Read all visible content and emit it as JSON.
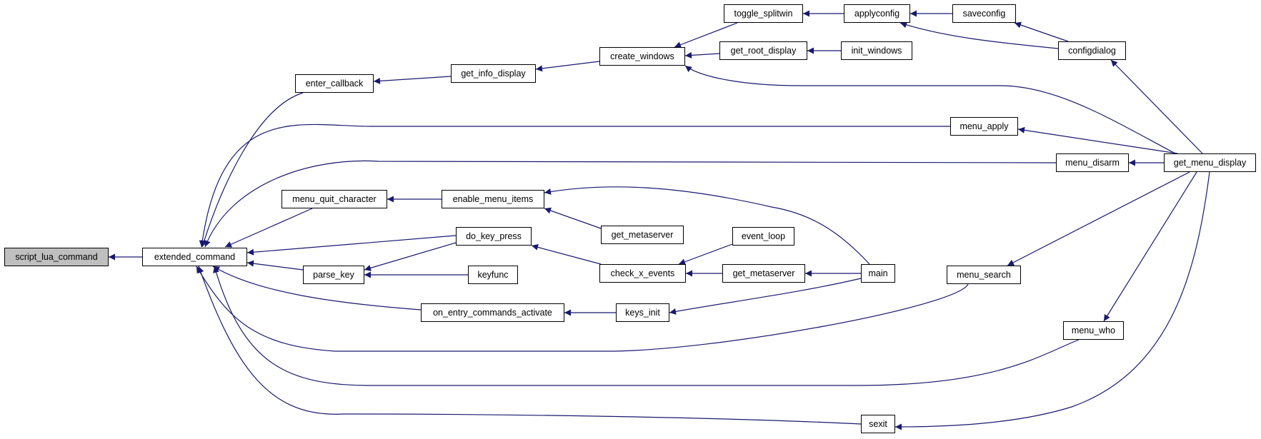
{
  "colors": {
    "edge": "#191970",
    "root_fill": "#bfbfbf",
    "node_fill": "#ffffff",
    "border": "#000000"
  },
  "nodes": {
    "script_lua_command": "script_lua_command",
    "extended_command": "extended_command",
    "enter_callback": "enter_callback",
    "menu_quit_character": "menu_quit_character",
    "parse_key": "parse_key",
    "get_info_display": "get_info_display",
    "enable_menu_items": "enable_menu_items",
    "do_key_press": "do_key_press",
    "keyfunc": "keyfunc",
    "on_entry_commands_activate": "on_entry_commands_activate",
    "get_metaserver_1": "get_metaserver",
    "create_windows": "create_windows",
    "check_x_events": "check_x_events",
    "keys_init": "keys_init",
    "toggle_splitwin": "toggle_splitwin",
    "get_root_display": "get_root_display",
    "event_loop": "event_loop",
    "get_metaserver_2": "get_metaserver",
    "applyconfig": "applyconfig",
    "init_windows": "init_windows",
    "main": "main",
    "saveconfig": "saveconfig",
    "menu_apply": "menu_apply",
    "menu_disarm": "menu_disarm",
    "menu_search": "menu_search",
    "menu_who": "menu_who",
    "sexit": "sexit",
    "configdialog": "configdialog",
    "get_menu_display": "get_menu_display"
  }
}
